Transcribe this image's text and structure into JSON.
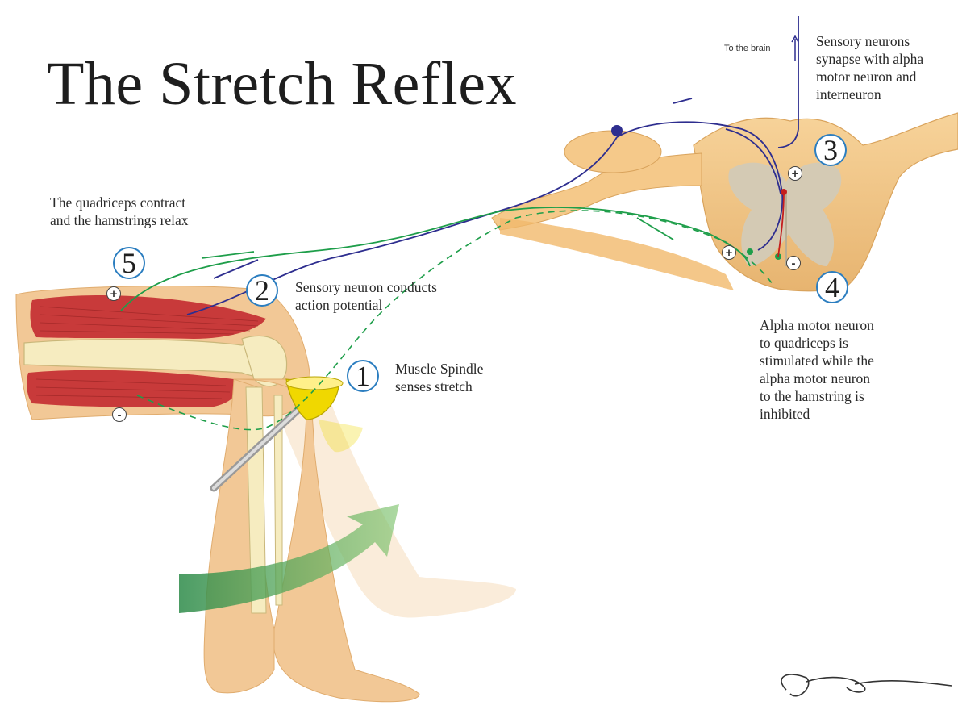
{
  "title": "The Stretch Reflex",
  "labels": {
    "to_brain": "To the brain",
    "step1_text": "Muscle Spindle\nsenses stretch",
    "step2_text": "Sensory neuron conducts\naction potential",
    "step3_text": "Sensory neurons\nsynapse with alpha\nmotor neuron and\ninterneuron",
    "step4_text": "Alpha motor neuron\nto quadriceps is\nstimulated while the\nalpha motor neuron\nto the hamstring is\ninhibited",
    "step5_text": "The quadriceps contract\nand the hamstrings relax"
  },
  "badges": {
    "step1": "1",
    "step2": "2",
    "step3": "3",
    "step4": "4",
    "step5": "5"
  },
  "signs": {
    "plus": "+",
    "minus": "-"
  },
  "colors": {
    "sensory_neuron": "#2e2e8f",
    "motor_neuron": "#1e9e4a",
    "interneuron": "#c41e1e",
    "spinal_cord": "#f5c98a",
    "grey_matter": "#d4cab4",
    "muscle": "#c83a3a",
    "skin": "#f2c896",
    "hammer": "#f0d800",
    "rotation_arrow": "#2e8b4a",
    "badge_border": "#2c7ec0"
  }
}
